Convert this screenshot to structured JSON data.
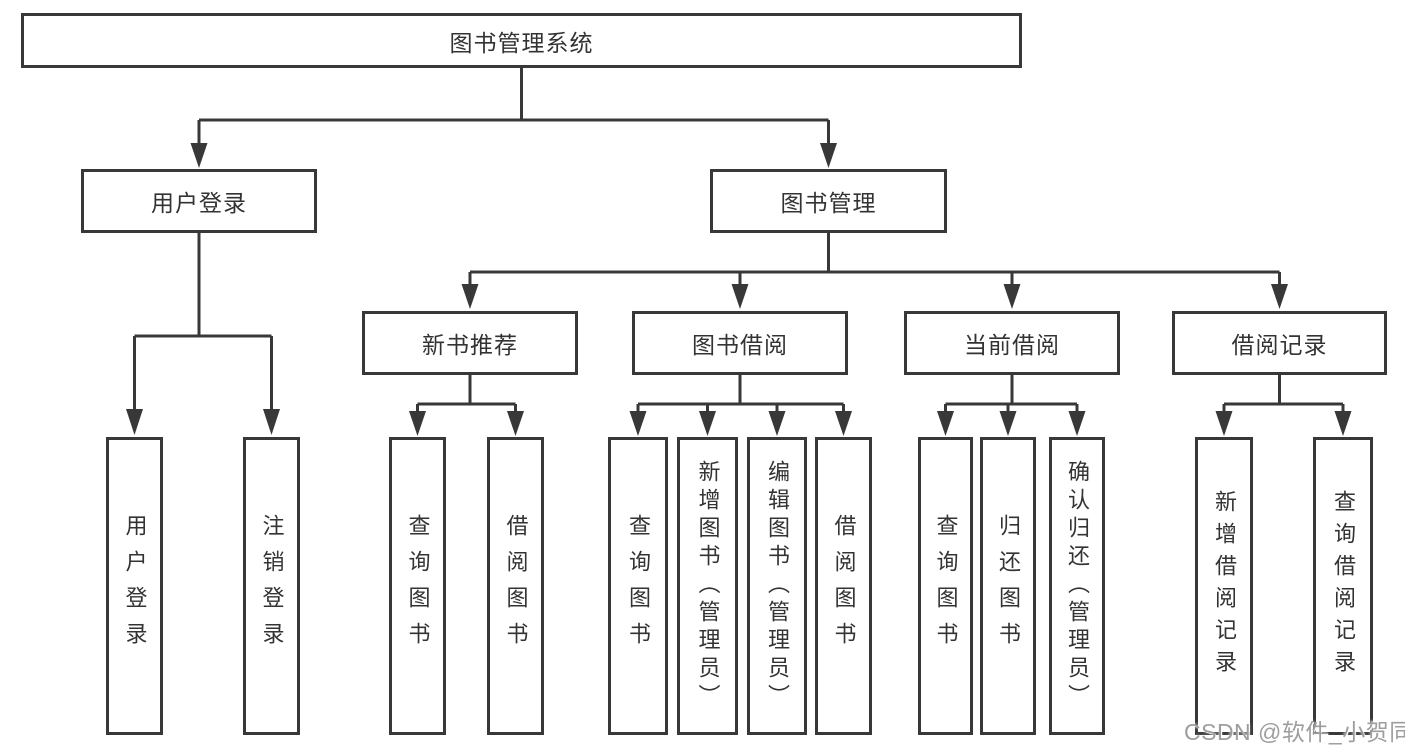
{
  "tree": {
    "label": "图书管理系统",
    "children": [
      {
        "label": "用户登录",
        "children": [
          {
            "label": "用户登录"
          },
          {
            "label": "注销登录"
          }
        ]
      },
      {
        "label": "图书管理",
        "children": [
          {
            "label": "新书推荐",
            "children": [
              {
                "label": "查询图书"
              },
              {
                "label": "借阅图书"
              }
            ]
          },
          {
            "label": "图书借阅",
            "children": [
              {
                "label": "查询图书"
              },
              {
                "label": "新增图书（管理员）"
              },
              {
                "label": "编辑图书（管理员）"
              },
              {
                "label": "借阅图书"
              }
            ]
          },
          {
            "label": "当前借阅",
            "children": [
              {
                "label": "查询图书"
              },
              {
                "label": "归还图书"
              },
              {
                "label": "确认归还（管理员）"
              }
            ]
          },
          {
            "label": "借阅记录",
            "children": [
              {
                "label": "新增借阅记录"
              },
              {
                "label": "查询借阅记录"
              }
            ]
          }
        ]
      }
    ]
  },
  "watermark": "CSDN @软件_小贺同学",
  "colors": {
    "line": "#383838",
    "text": "#333333",
    "watermark": "#9e9e9e",
    "background": "#ffffff"
  }
}
